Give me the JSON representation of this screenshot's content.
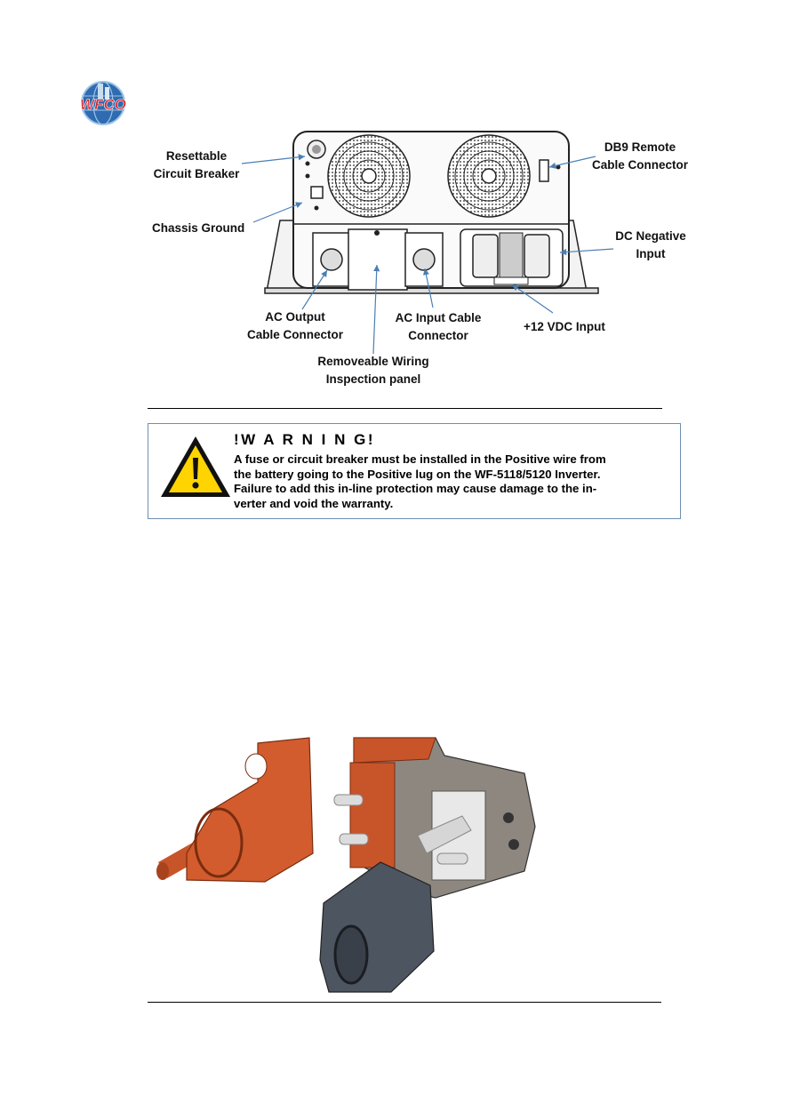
{
  "logo": {
    "text": "WFCO",
    "colors": {
      "globe": "#2f6bb0",
      "text": "#d4202a"
    }
  },
  "diagram_labels": {
    "breaker": [
      "Resettable",
      "Circuit Breaker"
    ],
    "ground": "Chassis Ground",
    "ac_output": [
      "AC Output",
      "Cable Connector"
    ],
    "wiring_panel": [
      "Removeable Wiring",
      "Inspection panel"
    ],
    "ac_input": [
      "AC Input Cable",
      "Connector"
    ],
    "vdc_input": "+12 VDC Input",
    "dc_negative": [
      "DC Negative",
      "Input"
    ],
    "db9": [
      "DB9 Remote",
      "Cable Connector"
    ]
  },
  "warning": {
    "title": "!W A R N I N G!",
    "lines": [
      "A fuse or circuit breaker must be installed in the Positive wire from",
      "the battery going to the Positive lug on the WF-5118/5120 Inverter.",
      "Failure to add this in-line protection may cause damage to the in-",
      "verter and void the warranty."
    ],
    "icon": "warning-triangle-icon",
    "colors": {
      "border": "#6e8fb1",
      "icon_fill": "#ffd400"
    }
  },
  "colors": {
    "arrow": "#4a7fb5",
    "connector_red": "#c8552a",
    "connector_gray": "#4d5560"
  }
}
